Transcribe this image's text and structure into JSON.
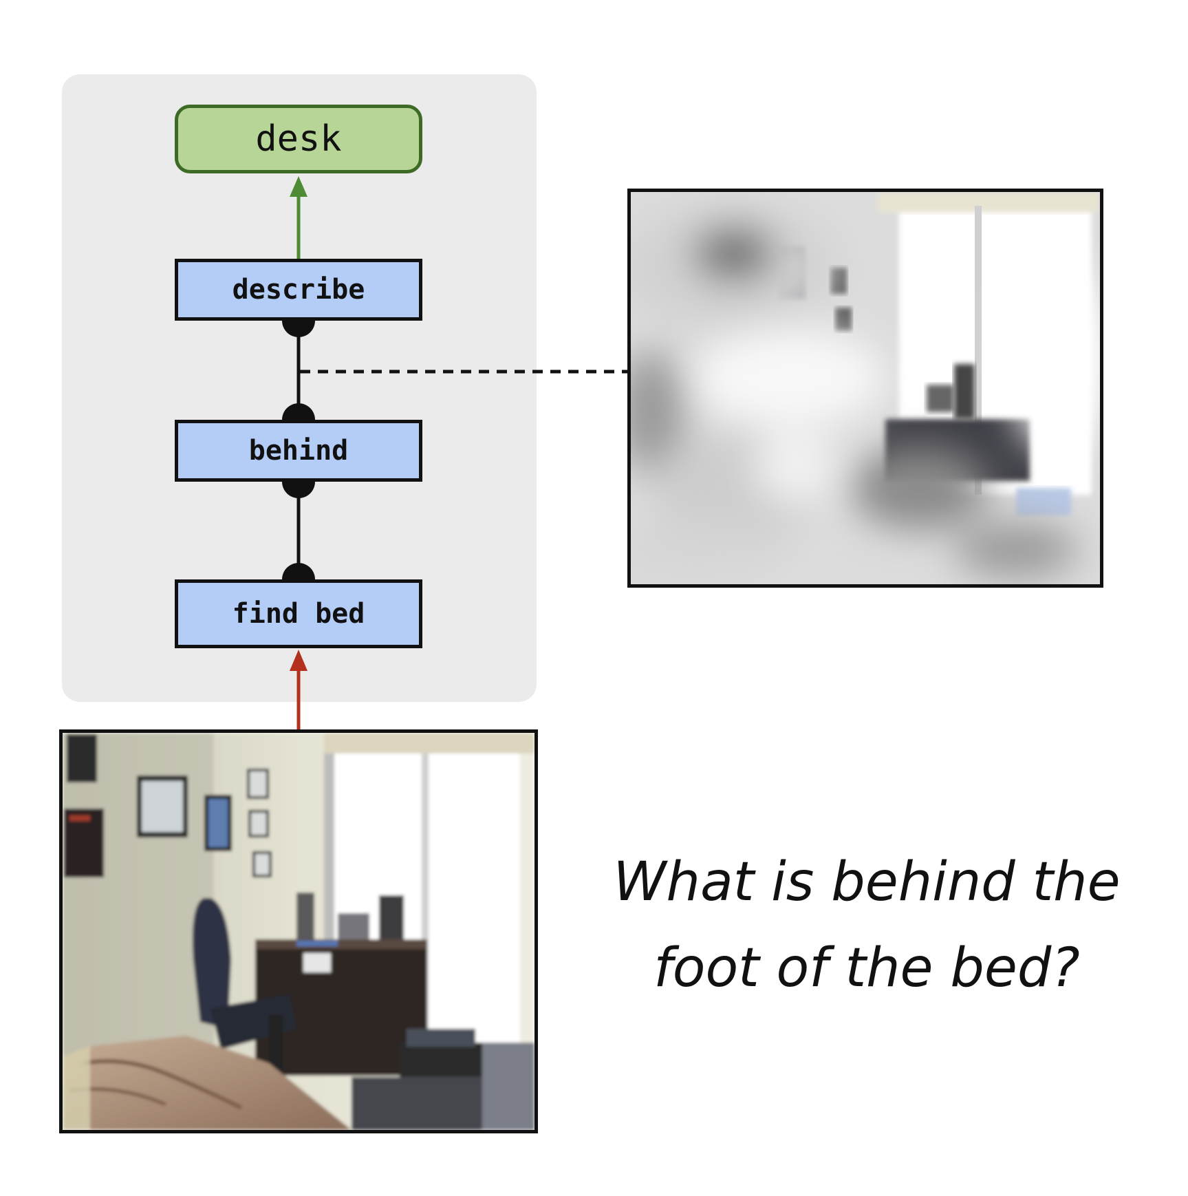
{
  "answer": {
    "label": "desk"
  },
  "modules": {
    "describe": "describe",
    "behind": "behind",
    "find": "find bed"
  },
  "question": {
    "line1": "What is behind the",
    "line2": "foot of the bed?"
  },
  "images": {
    "input": "bedroom-photo",
    "attention": "attention-map"
  },
  "colors": {
    "answer_fill": "#b7d596",
    "answer_border": "#3d6a25",
    "module_fill": "#b3cdf6",
    "output_arrow": "#4f8a34",
    "input_arrow": "#b3301c",
    "panel": "#ebebeb"
  }
}
